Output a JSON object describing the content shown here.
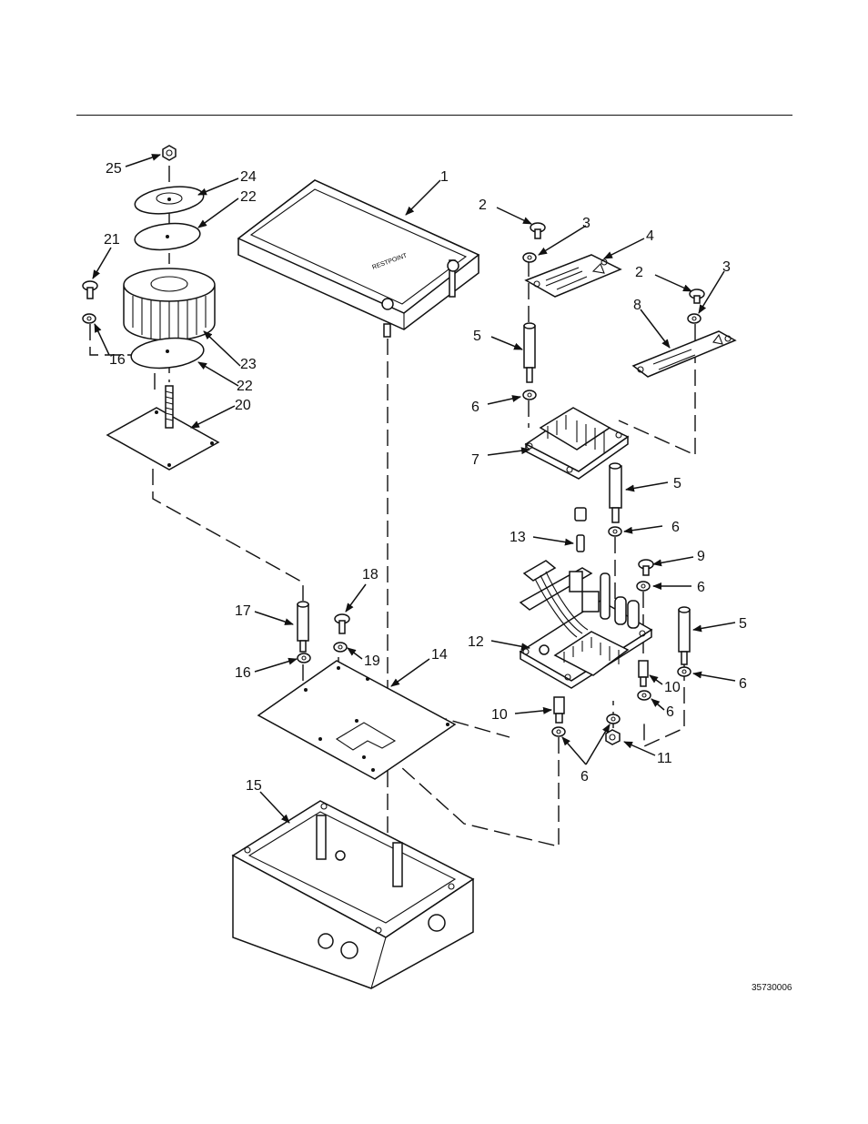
{
  "figure_number": "35730006",
  "callouts": [
    {
      "id": "c25",
      "text": "25"
    },
    {
      "id": "c24",
      "text": "24"
    },
    {
      "id": "c22a",
      "text": "22"
    },
    {
      "id": "c21",
      "text": "21"
    },
    {
      "id": "c16a",
      "text": "16"
    },
    {
      "id": "c23",
      "text": "23"
    },
    {
      "id": "c22b",
      "text": "22"
    },
    {
      "id": "c20",
      "text": "20"
    },
    {
      "id": "c1",
      "text": "1"
    },
    {
      "id": "c2a",
      "text": "2"
    },
    {
      "id": "c3a",
      "text": "3"
    },
    {
      "id": "c4",
      "text": "4"
    },
    {
      "id": "c2b",
      "text": "2"
    },
    {
      "id": "c3b",
      "text": "3"
    },
    {
      "id": "c8",
      "text": "8"
    },
    {
      "id": "c5a",
      "text": "5"
    },
    {
      "id": "c6a",
      "text": "6"
    },
    {
      "id": "c7",
      "text": "7"
    },
    {
      "id": "c5b",
      "text": "5"
    },
    {
      "id": "c6b",
      "text": "6"
    },
    {
      "id": "c13",
      "text": "13"
    },
    {
      "id": "c9",
      "text": "9"
    },
    {
      "id": "c6c",
      "text": "6"
    },
    {
      "id": "c5c",
      "text": "5"
    },
    {
      "id": "c12",
      "text": "12"
    },
    {
      "id": "c6d",
      "text": "6"
    },
    {
      "id": "c10a",
      "text": "10"
    },
    {
      "id": "c6e",
      "text": "6"
    },
    {
      "id": "c10b",
      "text": "10"
    },
    {
      "id": "c11",
      "text": "11"
    },
    {
      "id": "c6f",
      "text": "6"
    },
    {
      "id": "c17",
      "text": "17"
    },
    {
      "id": "c18",
      "text": "18"
    },
    {
      "id": "c16b",
      "text": "16"
    },
    {
      "id": "c19",
      "text": "19"
    },
    {
      "id": "c14",
      "text": "14"
    },
    {
      "id": "c15",
      "text": "15"
    }
  ]
}
